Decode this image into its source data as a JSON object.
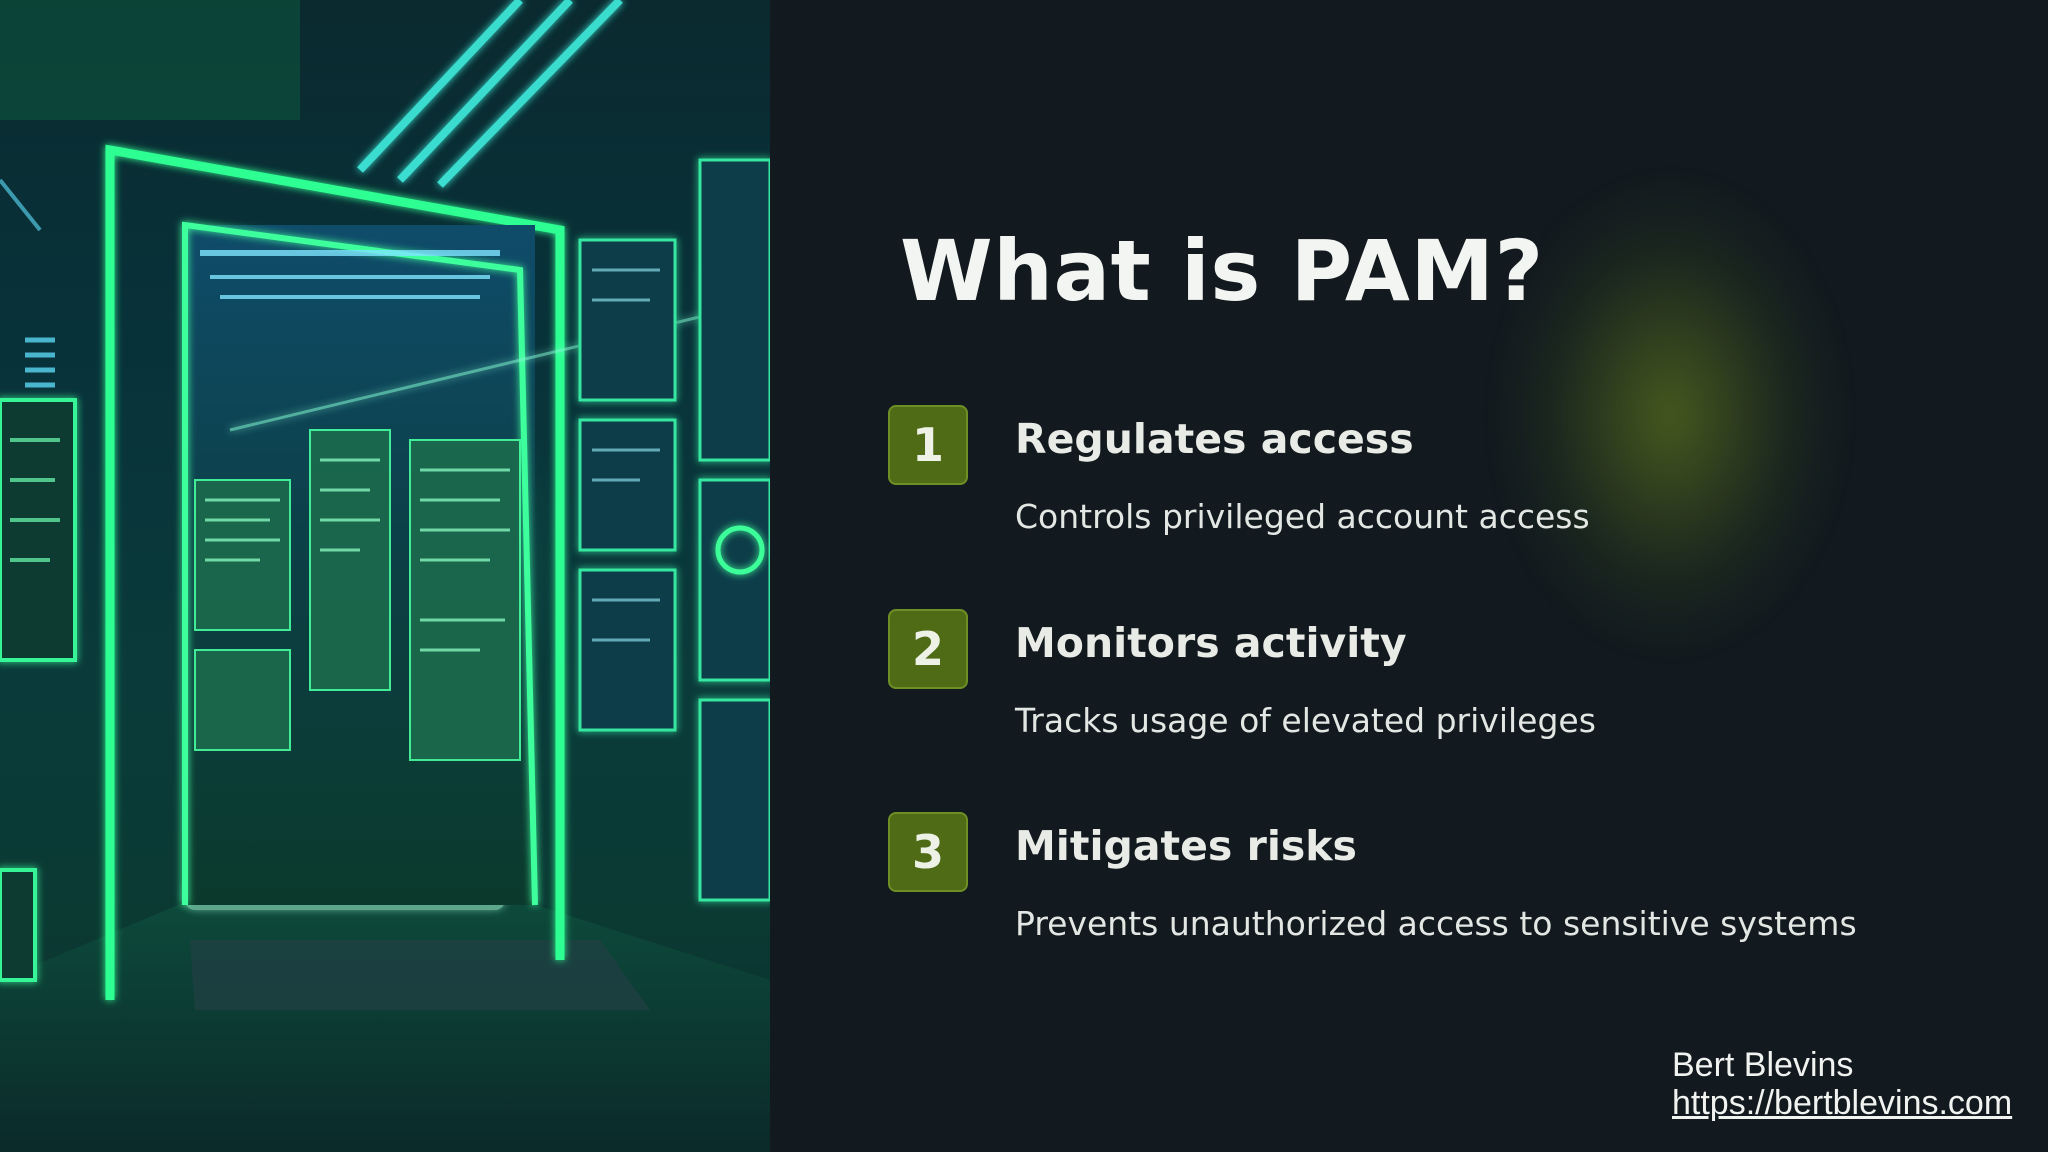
{
  "slide": {
    "title": "What is PAM?",
    "items": [
      {
        "number": "1",
        "title": "Regulates access",
        "description": "Controls privileged account access"
      },
      {
        "number": "2",
        "title": "Monitors activity",
        "description": "Tracks usage of elevated privileges"
      },
      {
        "number": "3",
        "title": "Mitigates risks",
        "description": "Prevents unauthorized access to sensitive systems"
      }
    ]
  },
  "footer": {
    "author": "Bert Blevins",
    "link": "https://bertblevins.com"
  },
  "colors": {
    "background": "#131a1f",
    "accent_badge": "#4f6b15",
    "glow": "#6e8c1e",
    "neon_green": "#2bff8a"
  },
  "image": {
    "subject": "futuristic-server-room-illustration"
  }
}
